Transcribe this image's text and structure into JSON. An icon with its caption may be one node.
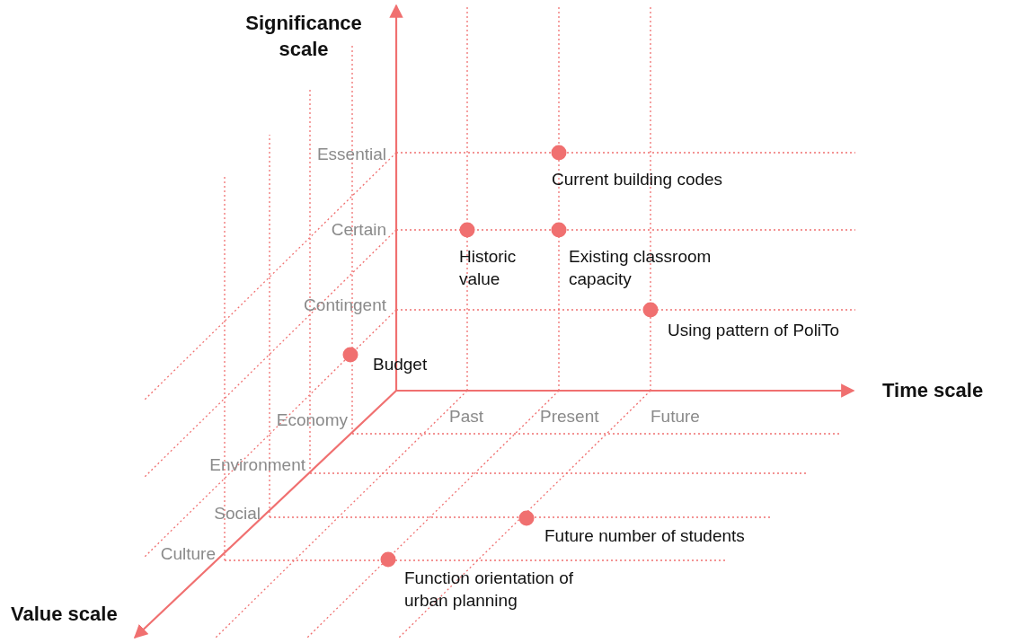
{
  "diagram": {
    "labels": [
      "Significance scale",
      "Essential",
      "Current building codes",
      "Certain",
      "Historic value",
      "Existing classroom capacity",
      "Contingent",
      "Using pattern of PoliTo",
      "Budget",
      "Time scale",
      "Economy",
      "Past",
      "Present",
      "Future",
      "Environment",
      "Social",
      "Future number of students",
      "Culture",
      "Function orientation of urban planning",
      "Value scale"
    ]
  }
}
